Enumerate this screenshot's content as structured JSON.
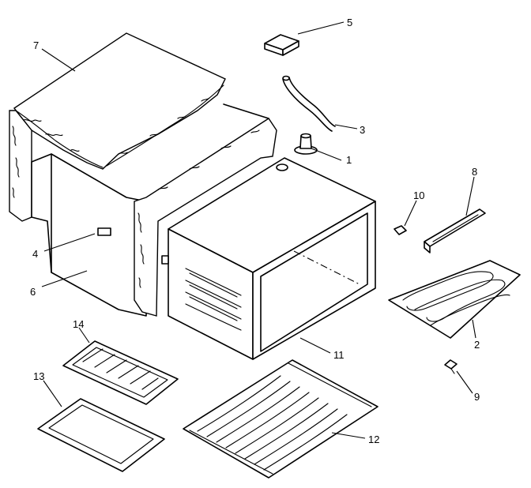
{
  "callouts": [
    {
      "id": "c1",
      "label": "1"
    },
    {
      "id": "c2",
      "label": "2"
    },
    {
      "id": "c3",
      "label": "3"
    },
    {
      "id": "c4",
      "label": "4"
    },
    {
      "id": "c5",
      "label": "5"
    },
    {
      "id": "c6",
      "label": "6"
    },
    {
      "id": "c7",
      "label": "7"
    },
    {
      "id": "c8",
      "label": "8"
    },
    {
      "id": "c9",
      "label": "9"
    },
    {
      "id": "c10",
      "label": "10"
    },
    {
      "id": "c11",
      "label": "11"
    },
    {
      "id": "c12",
      "label": "12"
    },
    {
      "id": "c13",
      "label": "13"
    },
    {
      "id": "c14",
      "label": "14"
    }
  ]
}
